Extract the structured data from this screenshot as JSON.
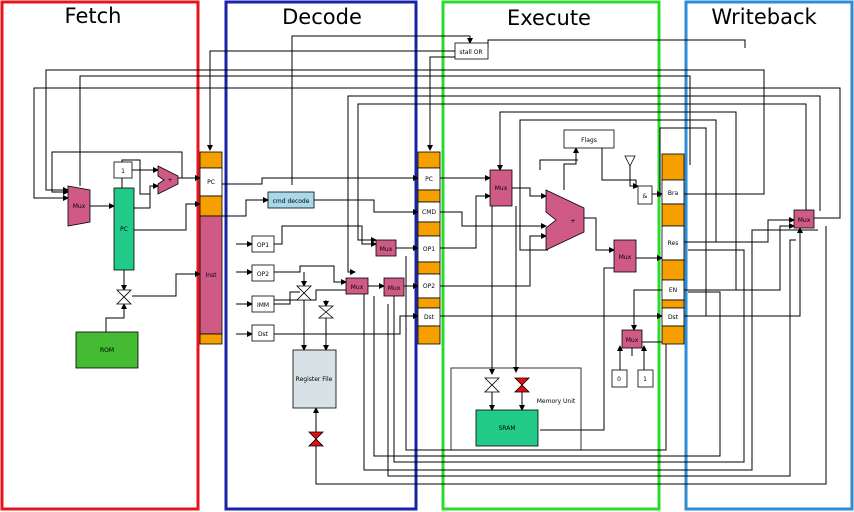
{
  "stages": {
    "fetch": "Fetch",
    "decode": "Decode",
    "execute": "Execute",
    "writeback": "Writeback"
  },
  "colors": {
    "fetch": "#e8141b",
    "decode": "#1a22a8",
    "execute": "#2bdb2b",
    "writeback": "#2e8bd6",
    "mux": "#d05a86",
    "register": "#f5a000",
    "pc": "#22cc88",
    "rom": "#44bb33",
    "sram": "#22cc88",
    "cmd_decode": "#a9d8ea",
    "register_file": "#d6e2e6",
    "valve_red": "#e01010"
  },
  "labels": {
    "mux": "Mux",
    "pc": "PC",
    "rom": "ROM",
    "const_one": "1",
    "const_zero": "0",
    "adder_plus": "+",
    "cmd_decode": "cmd decode",
    "register_file": "Register File",
    "stall_or": "stall OR",
    "flags": "Flags",
    "and_gate": "&",
    "memory_unit": "Memory Unit",
    "sram": "SRAM",
    "fd_pc": "PC",
    "fd_inst": "Inst",
    "dec_op1": "OP1",
    "dec_op2": "OP2",
    "dec_imm": "IMM",
    "dec_dst": "Dst",
    "de_pc": "PC",
    "de_cmd": "CMD",
    "de_op1": "OP1",
    "de_op2": "OP2",
    "de_dst": "Dst",
    "ew_bra": "Bra",
    "ew_res": "Res",
    "ew_en": "EN",
    "ew_dst": "Dst"
  }
}
